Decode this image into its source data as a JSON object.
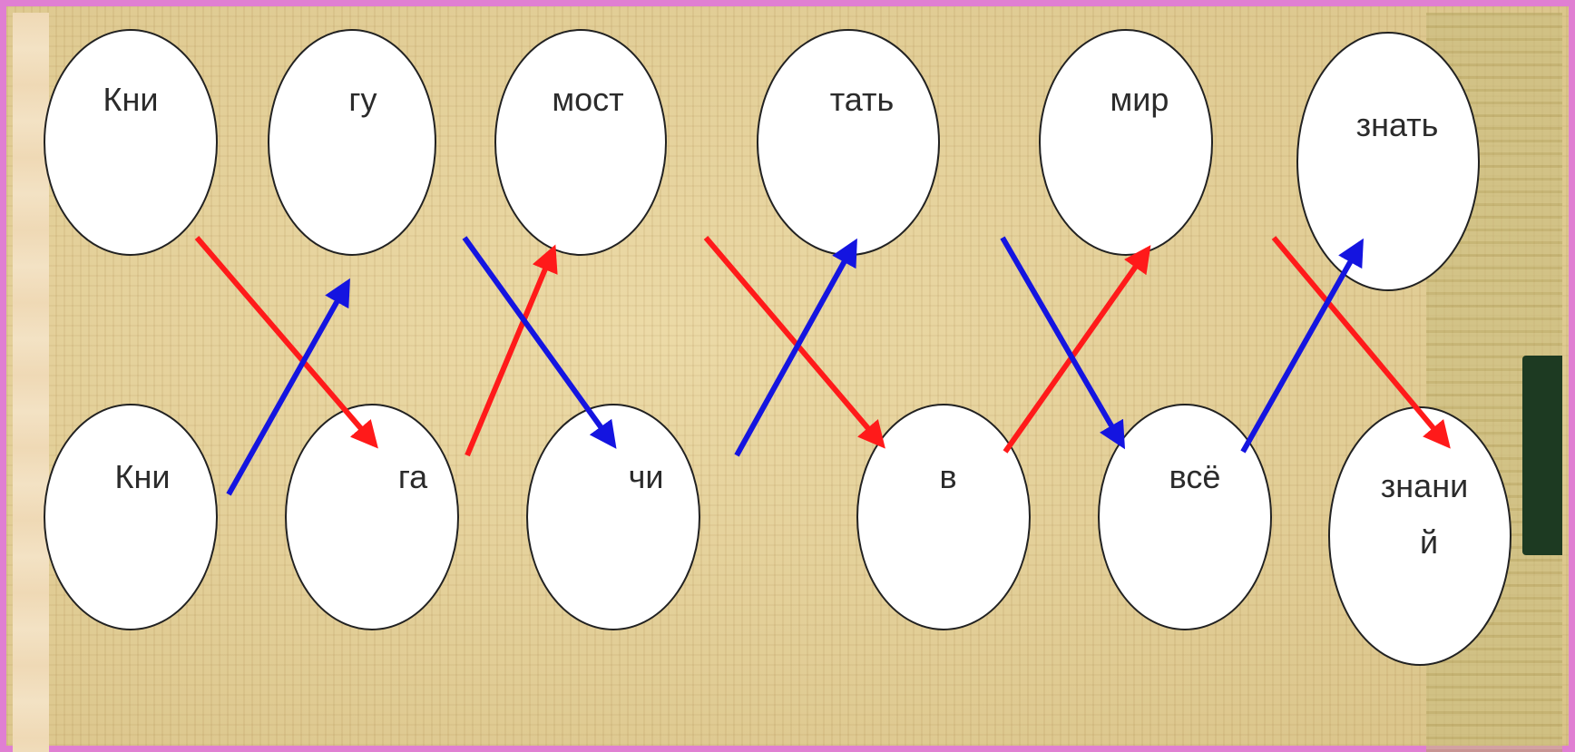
{
  "top_row": [
    "Кни",
    "гу",
    "мост",
    "тать",
    "мир",
    "знать"
  ],
  "bottom_row": [
    "Кни",
    "га",
    "чи",
    "в",
    "всё",
    [
      "знани",
      "й"
    ]
  ],
  "colors": {
    "red_arrow": "#ff1a1a",
    "blue_arrow": "#1414e0",
    "bubble_fill": "#ffffff",
    "bubble_stroke": "#222222"
  },
  "arrows": [
    {
      "from": "top.0",
      "to": "bottom.1",
      "color": "red"
    },
    {
      "from": "bottom.0",
      "to": "top.1",
      "color": "blue"
    },
    {
      "from": "bottom.1",
      "to": "top.2",
      "color": "red"
    },
    {
      "from": "top.1",
      "to": "bottom.2",
      "color": "blue"
    },
    {
      "from": "top.2",
      "to": "bottom.3",
      "color": "red"
    },
    {
      "from": "bottom.2",
      "to": "top.3",
      "color": "blue"
    },
    {
      "from": "bottom.3",
      "to": "top.4",
      "color": "red"
    },
    {
      "from": "top.3",
      "to": "bottom.4",
      "color": "blue"
    },
    {
      "from": "top.4",
      "to": "bottom.5",
      "color": "red"
    },
    {
      "from": "bottom.4",
      "to": "top.5",
      "color": "blue"
    }
  ]
}
